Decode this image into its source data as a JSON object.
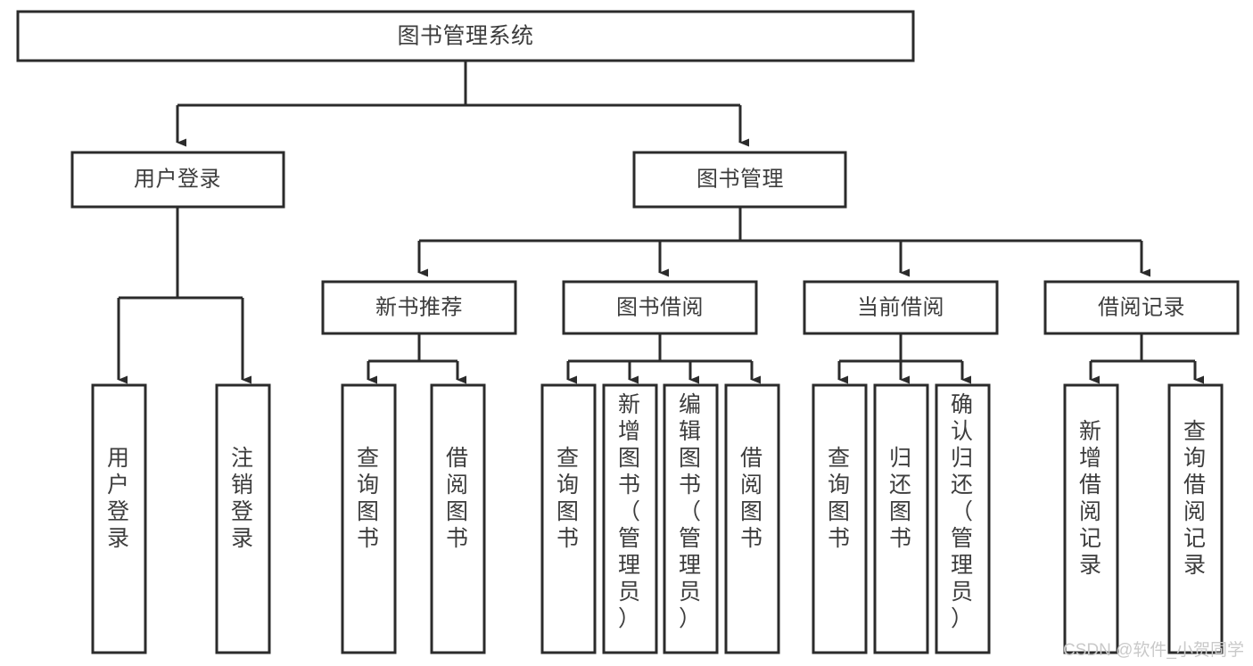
{
  "diagram": {
    "type": "tree-hierarchy-chart",
    "title": "图书管理系统",
    "watermark": "CSDN @软件_小贺同学",
    "colors": {
      "box_fill": "#ffffff",
      "box_stroke": "#2b2b2b",
      "text": "#3d3d3d",
      "watermark": "#c9c9c9",
      "background": "#ffffff"
    },
    "root": {
      "label": "图书管理系统"
    },
    "level2": [
      {
        "id": "user-login",
        "label": "用户登录"
      },
      {
        "id": "book-management",
        "label": "图书管理"
      }
    ],
    "level3": [
      {
        "id": "new-book-recommend",
        "label": "新书推荐",
        "parent": "book-management"
      },
      {
        "id": "book-borrow",
        "label": "图书借阅",
        "parent": "book-management"
      },
      {
        "id": "current-borrow",
        "label": "当前借阅",
        "parent": "book-management"
      },
      {
        "id": "borrow-record",
        "label": "借阅记录",
        "parent": "book-management"
      }
    ],
    "leaves": [
      {
        "id": "leaf-user-login",
        "label": "用户登录",
        "parent": "user-login"
      },
      {
        "id": "leaf-logout-login",
        "label": "注销登录",
        "parent": "user-login"
      },
      {
        "id": "leaf-query-book-1",
        "label": "查询图书",
        "parent": "new-book-recommend"
      },
      {
        "id": "leaf-borrow-book-1",
        "label": "借阅图书",
        "parent": "new-book-recommend"
      },
      {
        "id": "leaf-query-book-2",
        "label": "查询图书",
        "parent": "book-borrow"
      },
      {
        "id": "leaf-add-book",
        "label": "新增图书（管理员）",
        "parent": "book-borrow"
      },
      {
        "id": "leaf-edit-book",
        "label": "编辑图书（管理员）",
        "parent": "book-borrow"
      },
      {
        "id": "leaf-borrow-book-2",
        "label": "借阅图书",
        "parent": "book-borrow"
      },
      {
        "id": "leaf-query-book-3",
        "label": "查询图书",
        "parent": "current-borrow"
      },
      {
        "id": "leaf-return-book",
        "label": "归还图书",
        "parent": "current-borrow"
      },
      {
        "id": "leaf-confirm-return",
        "label": "确认归还（管理员）",
        "parent": "current-borrow"
      },
      {
        "id": "leaf-add-record",
        "label": "新增借阅记录",
        "parent": "borrow-record"
      },
      {
        "id": "leaf-query-record",
        "label": "查询借阅记录",
        "parent": "borrow-record"
      }
    ]
  }
}
